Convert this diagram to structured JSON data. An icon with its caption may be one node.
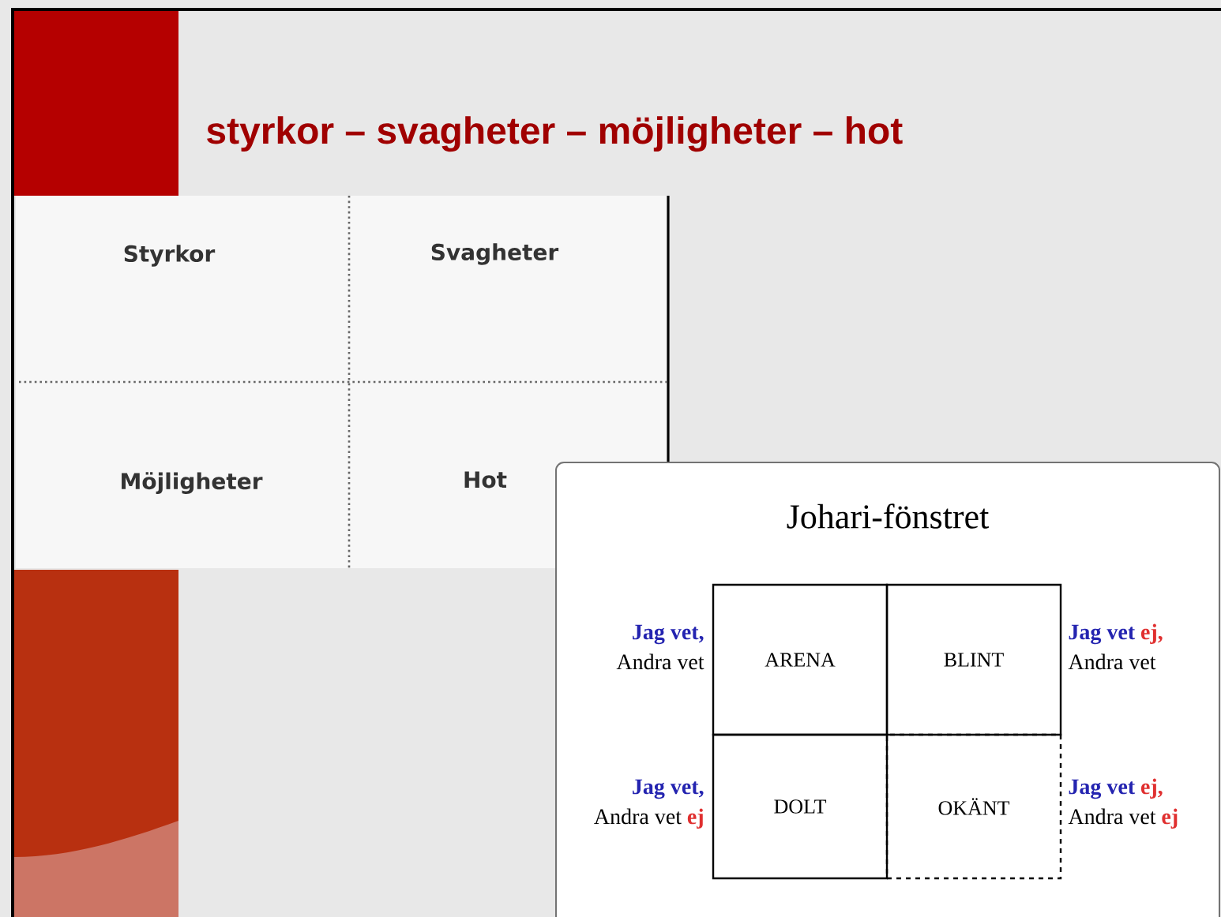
{
  "diagram": {
    "title": "styrkor – svagheter – möjligheter – hot",
    "nodes": [
      {
        "text": [
          "Johari-fönstret"
        ]
      },
      {
        "text": [
          "ARENA"
        ],
        "in": 0
      },
      {
        "text": [
          "BLINT"
        ],
        "in": 0
      },
      {
        "text": [
          "DOLT"
        ],
        "in": 0
      },
      {
        "text": [
          "OKÄNT"
        ],
        "in": 0
      }
    ],
    "labels": [
      "Styrkor",
      "Svagheter",
      "Möjligheter",
      "Hot",
      "Jag vet,",
      "Andra vet",
      "Jag vet",
      "ej,",
      "Andra vet",
      "Jag vet,",
      "Andra vet",
      "ej",
      "Jag vet",
      "ej,",
      "Andra vet",
      "ej"
    ]
  }
}
